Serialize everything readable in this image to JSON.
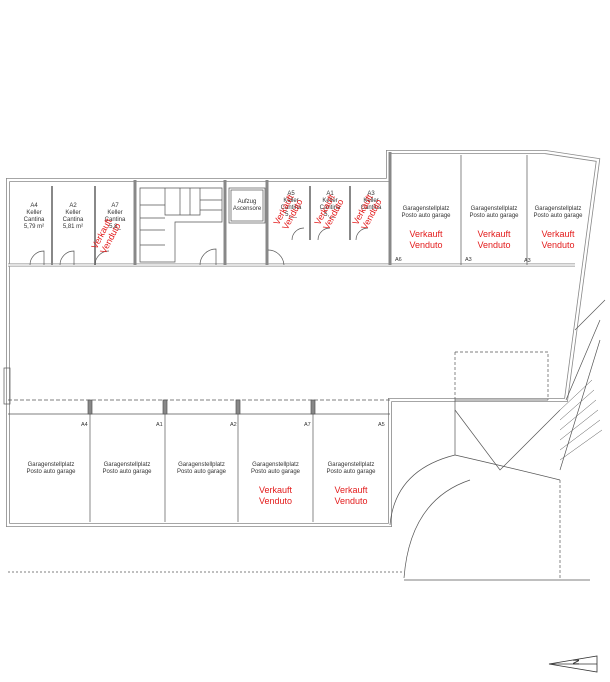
{
  "plan": {
    "cellars": [
      {
        "id": "A4",
        "line1": "Keller",
        "line2": "Cantina",
        "area": "5,79 m²",
        "sold": false
      },
      {
        "id": "A2",
        "line1": "Keller",
        "line2": "Cantina",
        "area": "5,81 m²",
        "sold": false
      },
      {
        "id": "A7",
        "line1": "Keller",
        "line2": "Cantina",
        "area": "5,8_",
        "sold": true
      },
      {
        "id": "A5",
        "line1": "Keller",
        "line2": "Cantina",
        "area": "5,__",
        "sold": true
      },
      {
        "id": "A1",
        "line1": "Keller",
        "line2": "Cantina",
        "area": "5,__",
        "sold": true
      },
      {
        "id": "A3",
        "line1": "Keller",
        "line2": "Cantina",
        "area": "",
        "sold": true
      }
    ],
    "elevator": {
      "line1": "Aufzug",
      "line2": "Ascensore"
    },
    "garages_top": [
      {
        "tag": "A6",
        "line1": "Garagenstellplatz",
        "line2": "Posto auto garage",
        "sold": true
      },
      {
        "tag": "A3",
        "line1": "Garagenstellplatz",
        "line2": "Posto auto garage",
        "sold": true
      },
      {
        "tag": "A3",
        "line1": "Garagenstellplatz",
        "line2": "Posto auto garage",
        "sold": true
      }
    ],
    "garages_bottom": [
      {
        "tag": "A4",
        "line1": "Garagenstellplatz",
        "line2": "Posto auto garage",
        "sold": false
      },
      {
        "tag": "A1",
        "line1": "Garagenstellplatz",
        "line2": "Posto auto garage",
        "sold": false
      },
      {
        "tag": "A2",
        "line1": "Garagenstellplatz",
        "line2": "Posto auto garage",
        "sold": false
      },
      {
        "tag": "A7",
        "line1": "Garagenstellplatz",
        "line2": "Posto auto garage",
        "sold": true
      },
      {
        "tag": "A5",
        "line1": "Garagenstellplatz",
        "line2": "Posto auto garage",
        "sold": true
      }
    ],
    "sold_line1": "Verkauft",
    "sold_line2": "Venduto",
    "north_label": "N"
  }
}
